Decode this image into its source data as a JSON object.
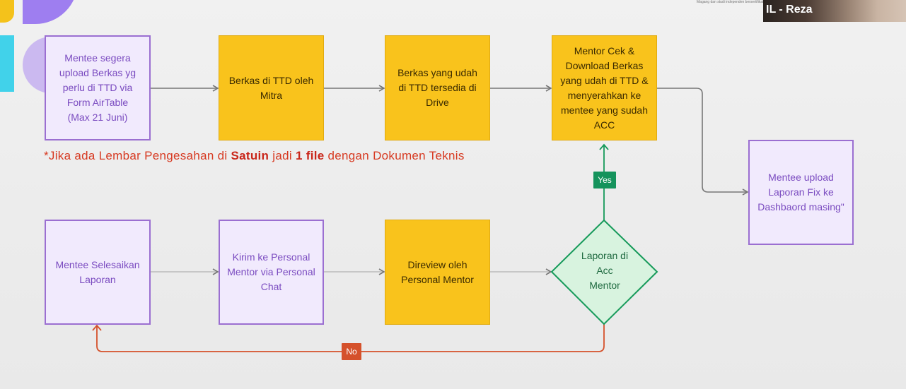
{
  "webcam": {
    "name": "IL - Reza"
  },
  "header_small_text": "Magang dan studi independen bersertifikat",
  "nodes": {
    "mentee_upload_berkas": "Mentee segera\nupload Berkas yg\nperlu di TTD via\nForm AirTable\n(Max 21 Juni)",
    "berkas_ttd_mitra": "Berkas di TTD oleh\nMitra",
    "berkas_tersedia_drive": "Berkas yang udah\ndi TTD tersedia di\nDrive",
    "mentor_cek_download": "Mentor Cek &\nDownload Berkas\nyang udah di TTD &\nmenyerahkan ke\nmentee yang sudah\nACC",
    "mentee_upload_laporan": "Mentee upload\nLaporan Fix ke\nDashbaord masing\"",
    "mentee_selesaikan": "Mentee Selesaikan\nLaporan",
    "kirim_personal_mentor": "Kirim ke Personal\nMentor via Personal\nChat",
    "direview_mentor": "Direview oleh\nPersonal Mentor",
    "laporan_acc": "Laporan di\nAcc\nMentor"
  },
  "note": {
    "prefix": "*Jika ada Lembar Pengesahan di ",
    "bold1": "Satuin",
    "middle": " jadi ",
    "bold2": "1 file",
    "suffix": " dengan Dokumen Teknis"
  },
  "labels": {
    "yes": "Yes",
    "no": "No"
  },
  "colors": {
    "purple_border": "#9b6fd1",
    "purple_fill": "#f1eafd",
    "yellow_fill": "#f9c31c",
    "diamond_fill": "#d8f3df",
    "diamond_border": "#169a5a",
    "yes": "#15935c",
    "no": "#d5512b",
    "note": "#d73a22"
  }
}
